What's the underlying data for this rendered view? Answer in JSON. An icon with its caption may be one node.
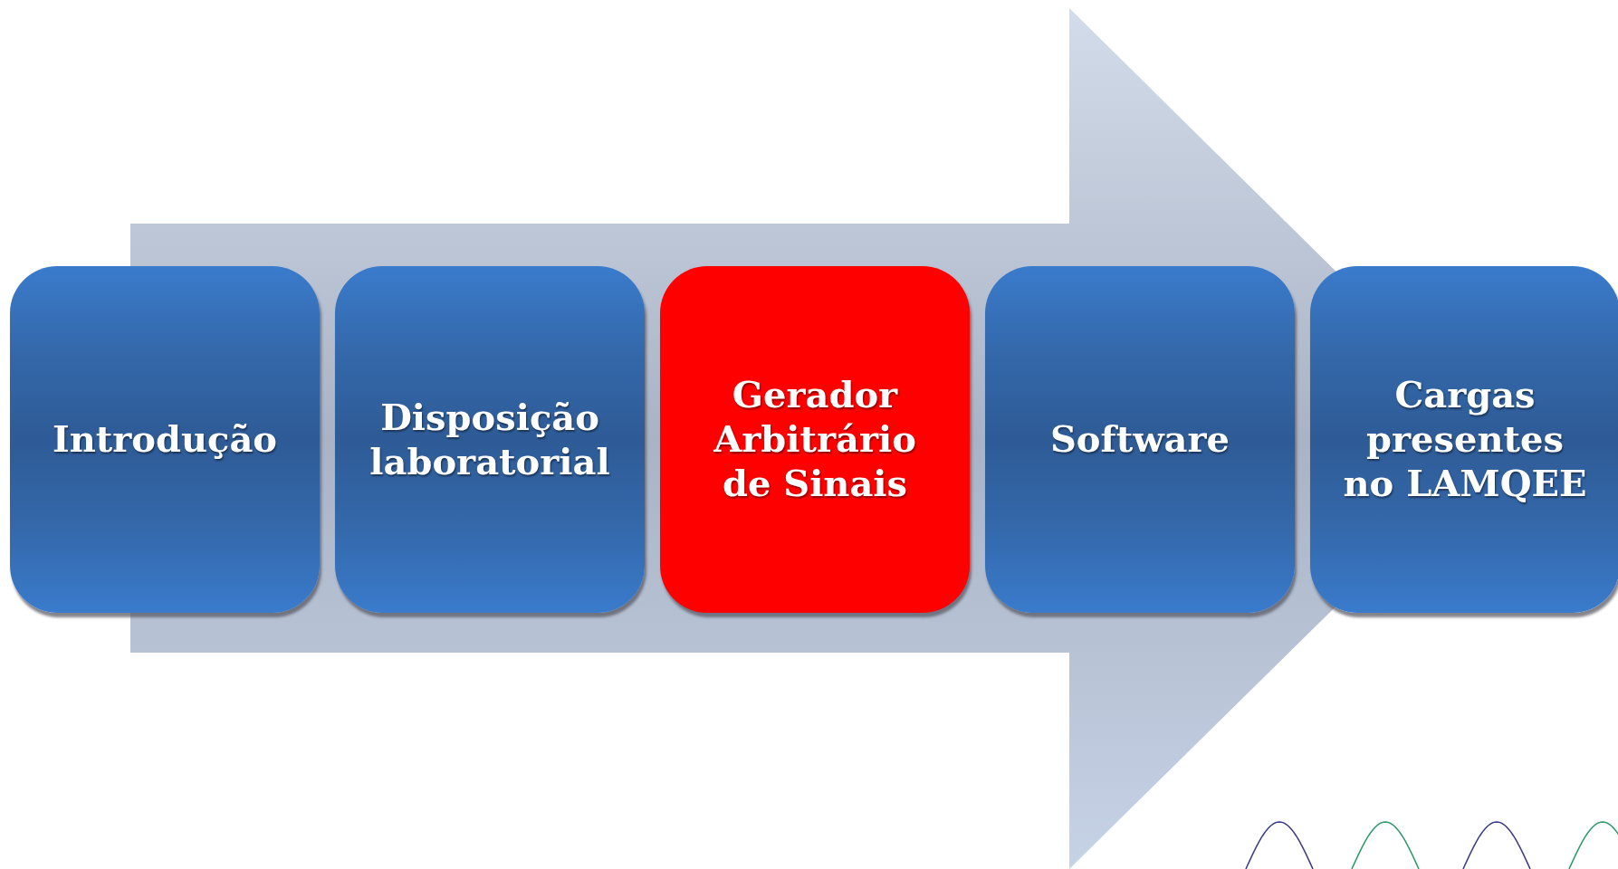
{
  "diagram": {
    "nodes": [
      {
        "text": [
          "Introdução"
        ]
      },
      {
        "text": [
          "Disposição laboratorial"
        ]
      },
      {
        "text": [
          "Gerador Arbitrário de Sinais"
        ]
      },
      {
        "text": [
          "Software"
        ]
      },
      {
        "text": [
          "Cargas presentes no LAMQEE"
        ]
      }
    ],
    "edges": [
      {
        "from": 0,
        "to": 4,
        "arrow": "to",
        "style": "thick"
      }
    ]
  }
}
